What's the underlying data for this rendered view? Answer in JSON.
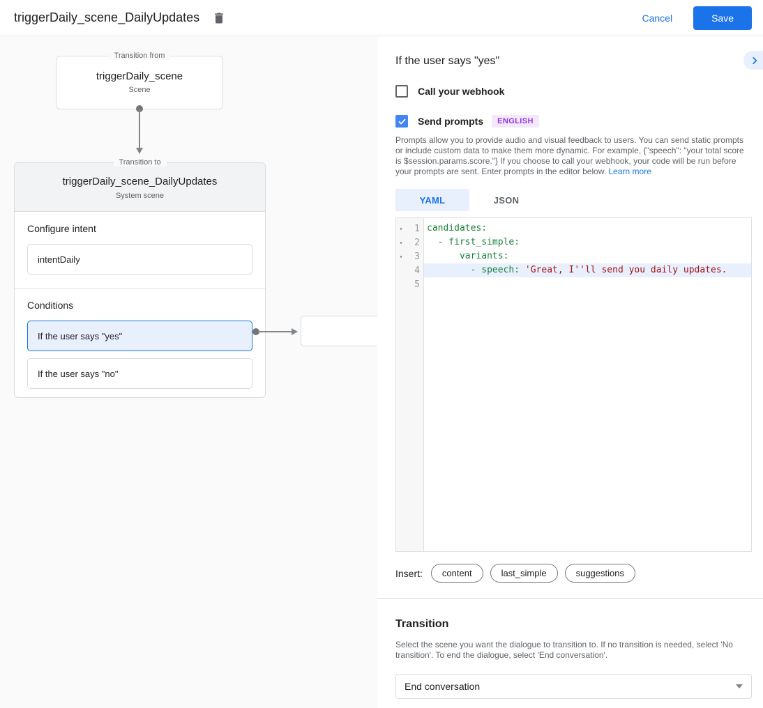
{
  "header": {
    "title": "triggerDaily_scene_DailyUpdates",
    "cancel_label": "Cancel",
    "save_label": "Save"
  },
  "canvas": {
    "transition_from": {
      "legend": "Transition from",
      "name": "triggerDaily_scene",
      "type": "Scene"
    },
    "transition_to": {
      "legend": "Transition to",
      "name": "triggerDaily_scene_DailyUpdates",
      "type": "System scene",
      "configure_intent_label": "Configure intent",
      "intent_value": "intentDaily",
      "conditions_label": "Conditions",
      "conditions": [
        {
          "label": "If the user says \"yes\"",
          "selected": true
        },
        {
          "label": "If the user says \"no\"",
          "selected": false
        }
      ]
    }
  },
  "detail": {
    "title": "If the user says \"yes\"",
    "webhook_checkbox": {
      "label": "Call your webhook",
      "checked": false
    },
    "prompts_checkbox": {
      "label": "Send prompts",
      "checked": true,
      "badge": "ENGLISH"
    },
    "description": "Prompts allow you to provide audio and visual feedback to users. You can send static prompts or include custom data to make them more dynamic. For example, {\"speech\": \"your total score is $session.params.score.\"} If you choose to call your webhook, your code will be run before your prompts are sent. Enter prompts in the editor below.",
    "learn_more_label": "Learn more",
    "tabs": [
      {
        "label": "YAML",
        "active": true
      },
      {
        "label": "JSON",
        "active": false
      }
    ],
    "editor": {
      "line_numbers": [
        "1",
        "2",
        "3",
        "4",
        "5"
      ],
      "line1": "candidates:",
      "line2": "  - first_simple:",
      "line3": "      variants:",
      "line4_key": "        - speech: ",
      "line4_str": "'Great, I''ll send you daily updates.",
      "line5": ""
    },
    "insert_label": "Insert:",
    "insert_chips": [
      "content",
      "last_simple",
      "suggestions"
    ],
    "transition": {
      "title": "Transition",
      "description": "Select the scene you want the dialogue to transition to. If no transition is needed, select 'No transition'. To end the dialogue, select 'End conversation'.",
      "selected_value": "End conversation"
    }
  },
  "colors": {
    "accent_blue": "#1a73e8",
    "checkbox_blue": "#4285f4",
    "selection_bg": "#e8f0fe",
    "badge_purple": "#9334e6",
    "badge_bg": "#f3e8fd",
    "code_key_green": "#188038",
    "code_string_red": "#aa1111",
    "canvas_bg": "#fafafa",
    "scene_header_bg": "#f1f3f4",
    "border_gray": "#dadce0"
  }
}
